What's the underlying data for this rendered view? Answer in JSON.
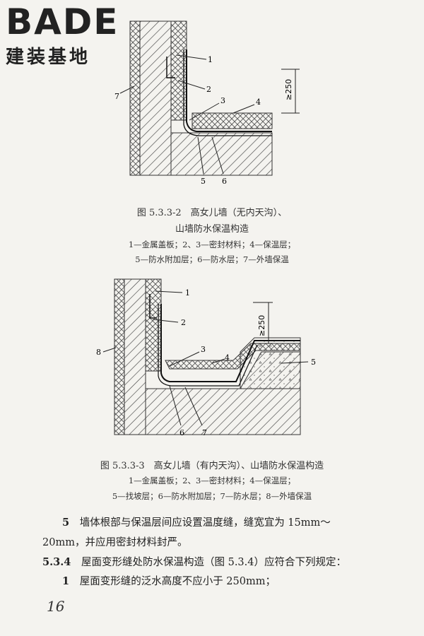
{
  "logo": {
    "word": "BADE",
    "subtitle": "建装基地"
  },
  "figure1": {
    "callouts": [
      "1",
      "2",
      "3",
      "4",
      "5",
      "6",
      "7"
    ],
    "dimension": "≥250",
    "caption_line1": "图 5.3.3-2　高女儿墙（无内天沟）、",
    "caption_line2": "山墙防水保温构造",
    "legend_line1": "1—金属盖板；2、3—密封材料；4—保温层；",
    "legend_line2": "5—防水附加层；6—防水层；7—外墙保温"
  },
  "figure2": {
    "callouts": [
      "1",
      "2",
      "3",
      "4",
      "5",
      "6",
      "7",
      "8"
    ],
    "dimension": "≥250",
    "caption_line1": "图 5.3.3-3　高女儿墙（有内天沟）、山墙防水保温构造",
    "legend_line1": "1—金属盖板；2、3—密封材料；4—保温层；",
    "legend_line2": "5—找坡层；6—防水附加层；7—防水层；8—外墙保温"
  },
  "body": {
    "item5_num": "5",
    "item5_line1": "墙体根部与保温层间应设置温度缝，缝宽宜为 15mm～",
    "item5_line2": "20mm，并应用密封材料封严。",
    "sec_num": "5.3.4",
    "sec_text": "屋面变形缝处防水保温构造（图 5.3.4）应符合下列规定：",
    "item1_num": "1",
    "item1_text": "屋面变形缝的泛水高度不应小于 250mm；"
  },
  "page_number": "16"
}
